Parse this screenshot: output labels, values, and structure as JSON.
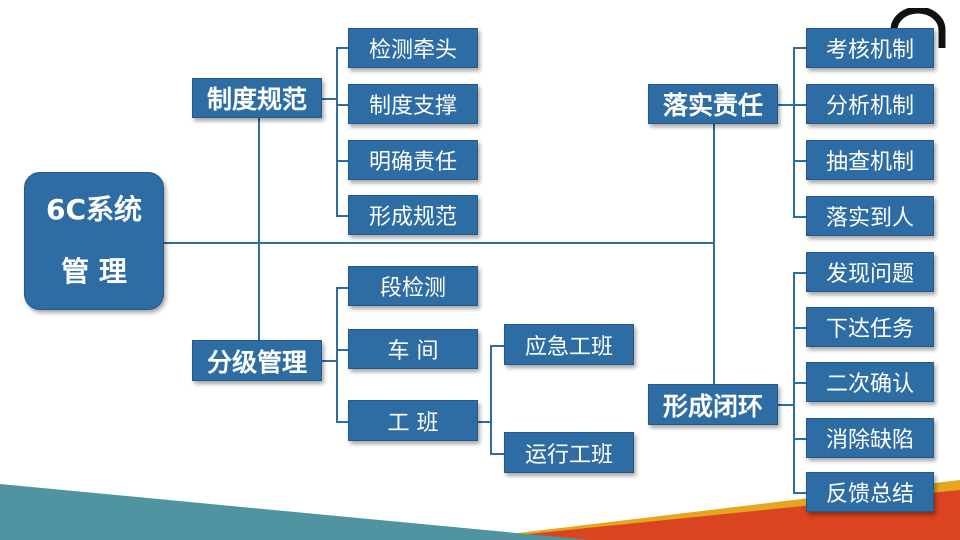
{
  "root": {
    "line1": "6C系统",
    "line2": "管 理"
  },
  "left_groups": [
    {
      "label": "制度规范",
      "items": [
        "检测牵头",
        "制度支撑",
        "明确责任",
        "形成规范"
      ]
    },
    {
      "label": "分级管理",
      "items": [
        "段检测",
        "车 间",
        "工 班"
      ],
      "sub_items": [
        "应急工班",
        "运行工班"
      ]
    }
  ],
  "right_groups": [
    {
      "label": "落实责任",
      "items": [
        "考核机制",
        "分析机制",
        "抽查机制",
        "落实到人"
      ]
    },
    {
      "label": "形成闭环",
      "items": [
        "发现问题",
        "下达任务",
        "二次确认",
        "消除缺陷",
        "反馈总结"
      ]
    }
  ],
  "colors": {
    "box": "#2E6CA4",
    "teal": "#5094A2",
    "orange": "#DA4420",
    "gold": "#E3A61E"
  }
}
